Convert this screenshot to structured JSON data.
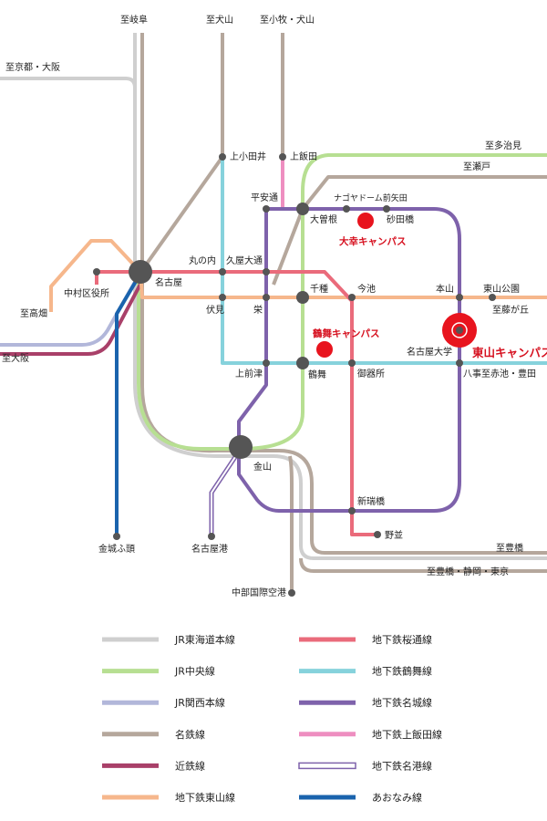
{
  "colors": {
    "jr_tokaido": "#cfcfcf",
    "jr_chuo": "#b7df92",
    "jr_kansai": "#b2b7da",
    "meitetsu": "#b5a79c",
    "kintetsu": "#a94069",
    "higashiyama": "#f6b78c",
    "sakuradori": "#ea6b7b",
    "tsurumai": "#86d2dc",
    "meijo": "#7e62ab",
    "kamiiida": "#ee8ec0",
    "meiko": "#7e62ab",
    "aonami": "#1a63ad",
    "campus": "#e8141e"
  },
  "directions": {
    "gifu": "至岐阜",
    "inuyama": "至犬山",
    "komaki": "至小牧・犬山",
    "kyoto_osaka": "至京都・大阪",
    "tajimi": "至多治見",
    "seto": "至瀬戸",
    "takabata": "至高畑",
    "osaka": "至大阪",
    "fujigaoka": "至藤が丘",
    "akaike": "至赤池・豊田",
    "toyohashi": "至豊橋",
    "toyohashi_shizuoka": "至豊橋・静岡・東京"
  },
  "stations": {
    "kamiotai": "上小田井",
    "kamiiida": "上飯田",
    "heiando": "平安通",
    "nagoyadome": "ナゴヤドーム前矢田",
    "ozone": "大曽根",
    "sunadabashi": "砂田橋",
    "marunouchi": "丸の内",
    "hisaya": "久屋大通",
    "nagoya": "名古屋",
    "nakamura": "中村区役所",
    "chikusa": "千種",
    "imaike": "今池",
    "motoyama": "本山",
    "higashiyama_koen": "東山公園",
    "fushimi": "伏見",
    "sakae": "栄",
    "nagoya_univ": "名古屋大学",
    "kamimaezu": "上前津",
    "tsurumai": "鶴舞",
    "gokiso": "御器所",
    "yagoto": "八事",
    "kanayama": "金山",
    "shinmizuhashi": "新瑞橋",
    "nonami": "野並",
    "kinjofuto": "金城ふ頭",
    "nagoyako": "名古屋港",
    "centrair": "中部国際空港"
  },
  "campuses": {
    "daiko": "大幸キャンパス",
    "tsurumai": "鶴舞キャンパス",
    "higashiyama": "東山キャンパス"
  },
  "legend": [
    {
      "key": "jr_tokaido",
      "label": "JR東海道本線"
    },
    {
      "key": "sakuradori",
      "label": "地下鉄桜通線"
    },
    {
      "key": "jr_chuo",
      "label": "JR中央線"
    },
    {
      "key": "tsurumai",
      "label": "地下鉄鶴舞線"
    },
    {
      "key": "jr_kansai",
      "label": "JR関西本線"
    },
    {
      "key": "meijo",
      "label": "地下鉄名城線"
    },
    {
      "key": "meitetsu",
      "label": "名鉄線"
    },
    {
      "key": "kamiiida",
      "label": "地下鉄上飯田線"
    },
    {
      "key": "kintetsu",
      "label": "近鉄線"
    },
    {
      "key": "meiko",
      "label": "地下鉄名港線"
    },
    {
      "key": "higashiyama",
      "label": "地下鉄東山線"
    },
    {
      "key": "aonami",
      "label": "あおなみ線"
    }
  ]
}
